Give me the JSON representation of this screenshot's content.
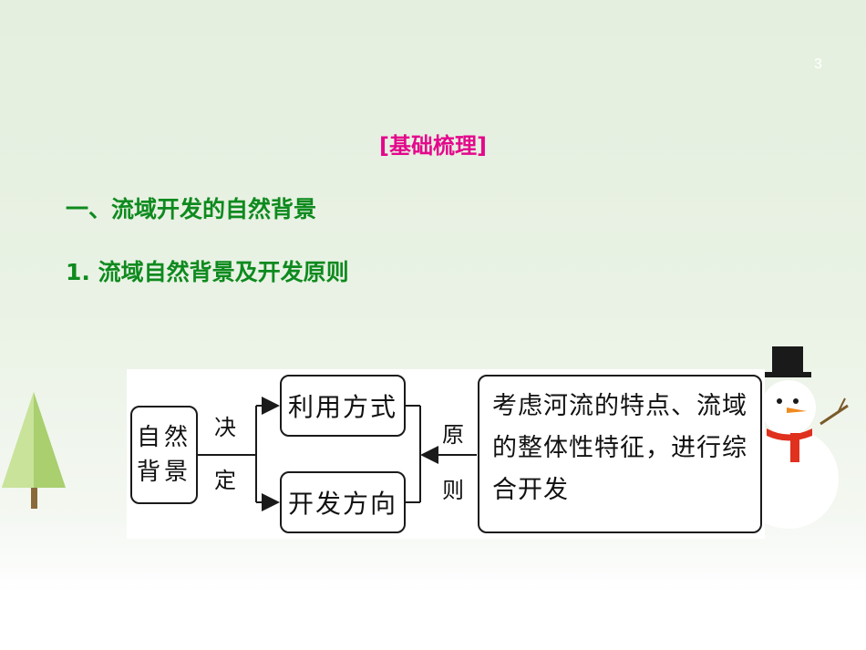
{
  "page_number": "3",
  "section_tag": "[基础梳理]",
  "heading1": "一、流域开发的自然背景",
  "heading2": "1. 流域自然背景及开发原则",
  "diagram": {
    "left_box": "自然背景",
    "arrow_label_left": [
      "决",
      "定"
    ],
    "top_box": "利用方式",
    "bottom_box": "开发方向",
    "arrow_label_right": [
      "原",
      "则"
    ],
    "right_box": "考虑河流的特点、流域的整体性特征，进行综合开发"
  }
}
